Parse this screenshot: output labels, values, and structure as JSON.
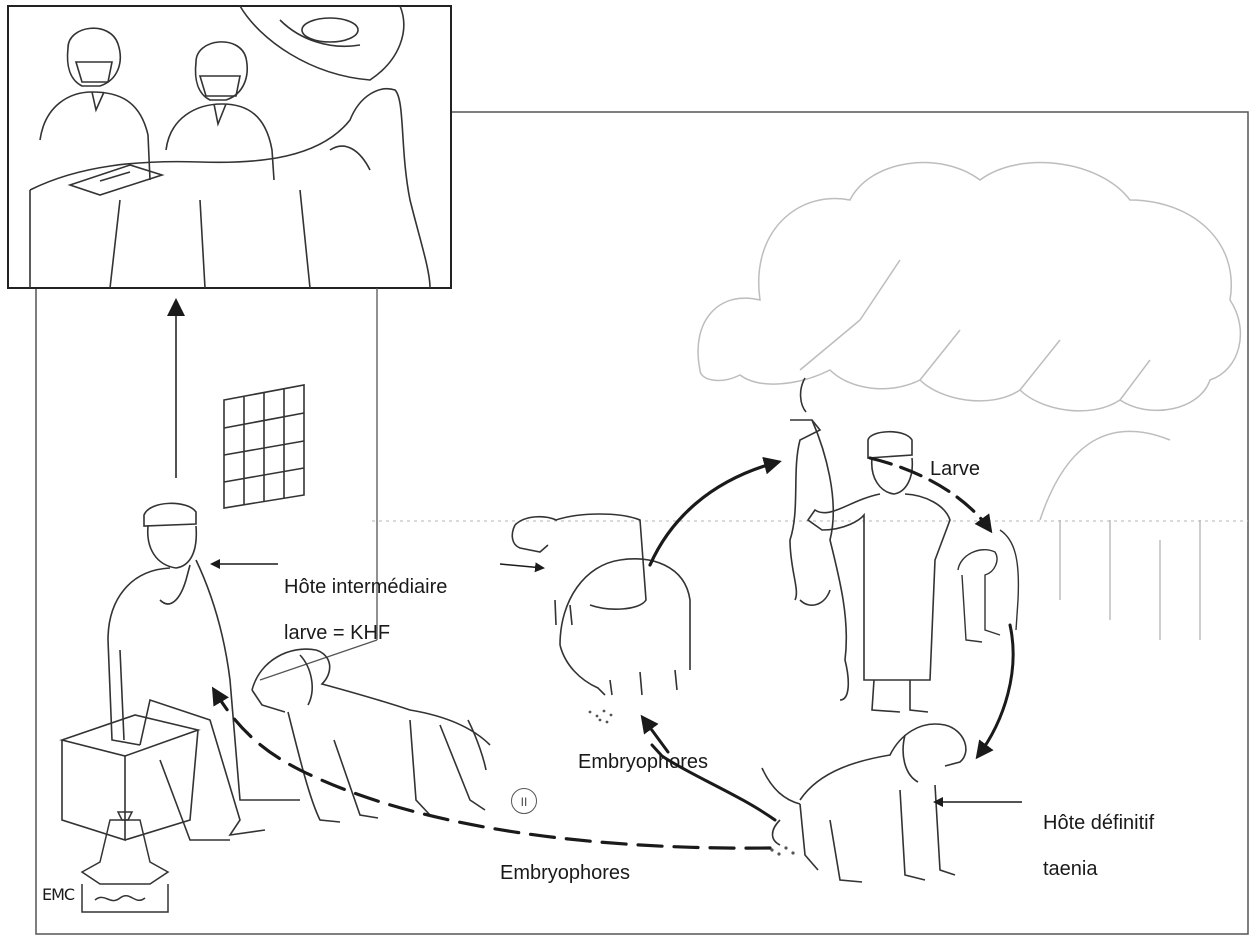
{
  "labels": {
    "host_intermediate_line1": "Hôte intermédiaire",
    "host_intermediate_line2": "larve = KHF",
    "larva": "Larve",
    "embryophores_middle": "Embryophores",
    "embryophores_bottom": "Embryophores",
    "host_definitive_line1": "Hôte définitif",
    "host_definitive_line2": "taenia",
    "cycle_marker": "II",
    "signature": "EMC"
  },
  "icons": [
    "surgeons-operating-icon",
    "man-seated-icon",
    "dog-icon",
    "sheep-icon",
    "butcher-icon",
    "carcass-icon",
    "tree-icon",
    "tajine-icon",
    "window-icon"
  ],
  "colors": {
    "ink": "#1a1a1a",
    "line": "#333333",
    "faint": "#9a9a9a"
  }
}
